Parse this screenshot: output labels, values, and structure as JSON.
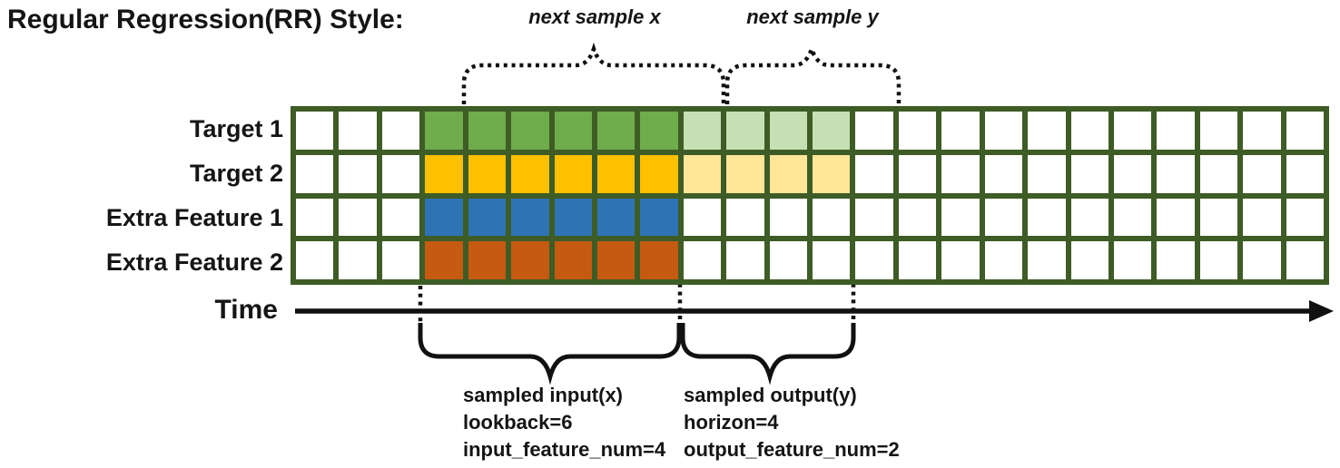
{
  "title": "Regular Regression(RR) Style:",
  "top_braces": {
    "next_sample_x": "next sample x",
    "next_sample_y": "next sample y"
  },
  "grid": {
    "columns": 24,
    "border_color": "#3E5C26",
    "empty_fill": "#FFFFFF",
    "rows": [
      {
        "label": "Target 1",
        "fill": "#6FAC4B",
        "light_fill": "#C6E0B4",
        "filled_range": [
          3,
          9
        ],
        "light_range": [
          9,
          13
        ]
      },
      {
        "label": "Target 2",
        "fill": "#FFC000",
        "light_fill": "#FFE699",
        "filled_range": [
          3,
          9
        ],
        "light_range": [
          9,
          13
        ]
      },
      {
        "label": "Extra Feature 1",
        "fill": "#2E74B5",
        "filled_range": [
          3,
          9
        ]
      },
      {
        "label": "Extra Feature 2",
        "fill": "#C55A11",
        "filled_range": [
          3,
          9
        ]
      }
    ]
  },
  "time_axis": {
    "label": "Time"
  },
  "annotations": {
    "input": {
      "title": "sampled input(x)",
      "line2": "lookback=6",
      "line3": "input_feature_num=4"
    },
    "output": {
      "title": "sampled output(y)",
      "line2": "horizon=4",
      "line3": "output_feature_num=2"
    }
  }
}
